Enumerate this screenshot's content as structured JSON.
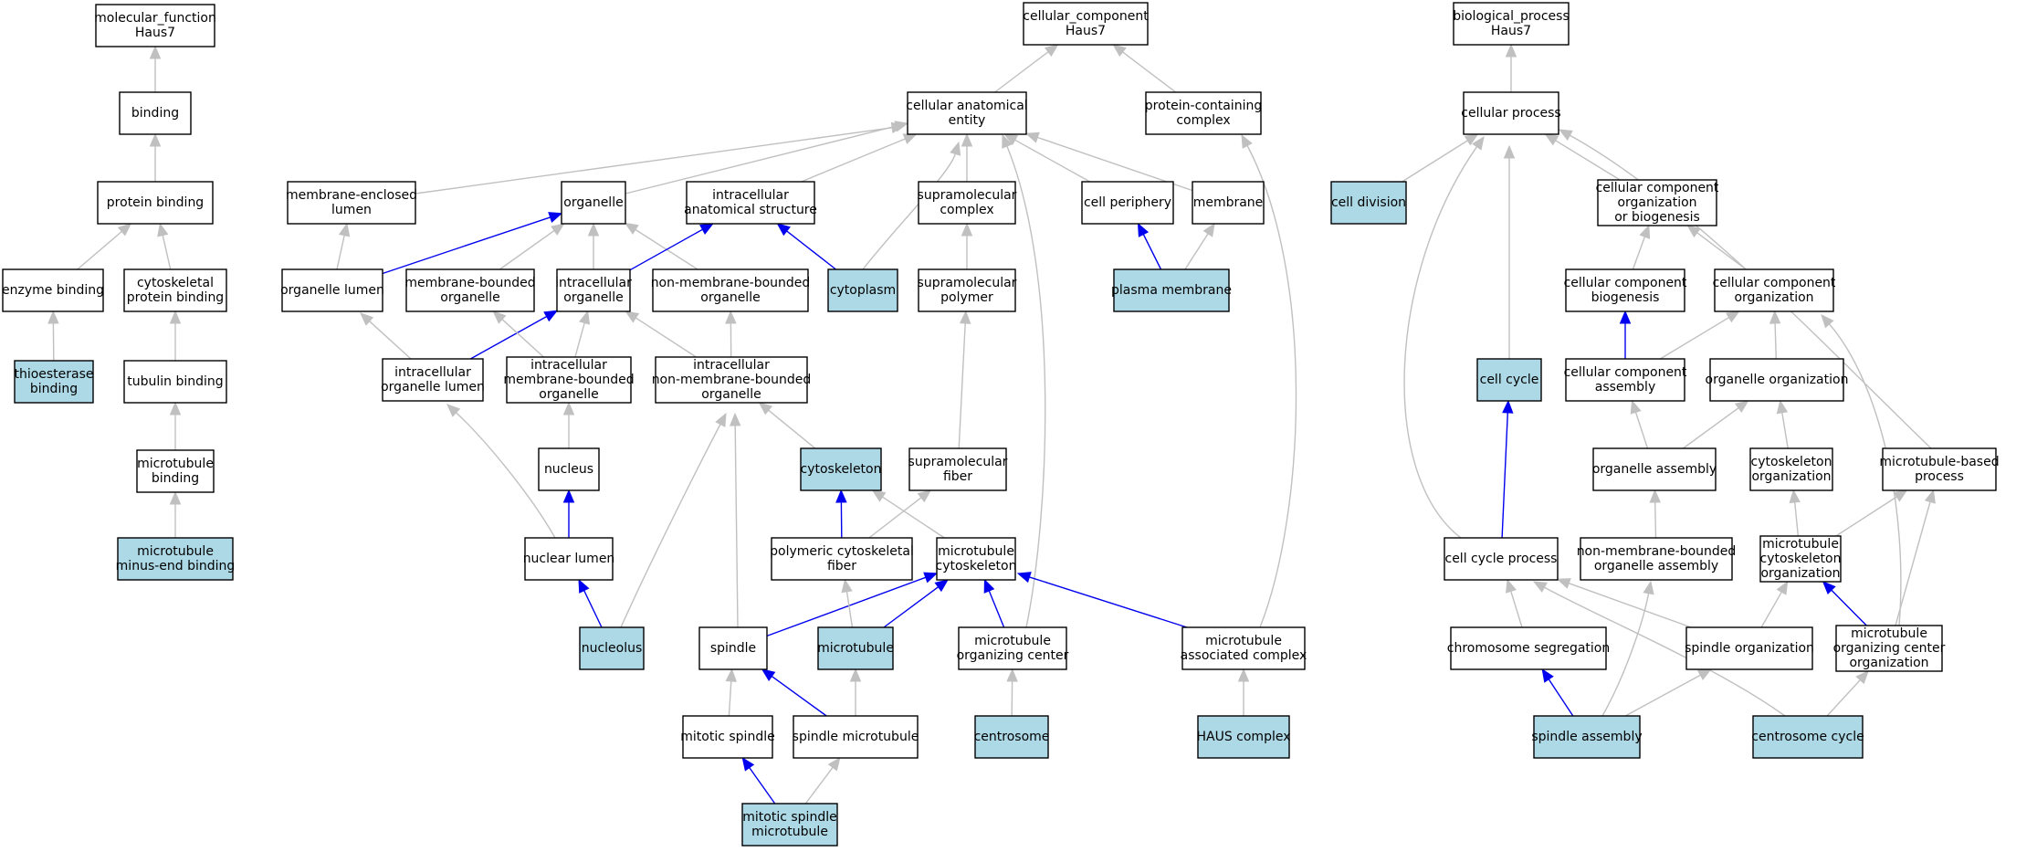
{
  "colors": {
    "highlight_fill": "#add8e6",
    "plain_fill": "#ffffff",
    "grey_edge": "#c0c0c0",
    "blue_edge": "#0000ee"
  },
  "nodes": [
    {
      "id": "mf",
      "lines": [
        "molecular_function",
        "Haus7"
      ],
      "highlight": false
    },
    {
      "id": "binding",
      "lines": [
        "binding"
      ],
      "highlight": false
    },
    {
      "id": "protein_binding",
      "lines": [
        "protein binding"
      ],
      "highlight": false
    },
    {
      "id": "enzyme_binding",
      "lines": [
        "enzyme binding"
      ],
      "highlight": false
    },
    {
      "id": "cytoskeletal_protein_binding",
      "lines": [
        "cytoskeletal",
        "protein binding"
      ],
      "highlight": false
    },
    {
      "id": "thioesterase_binding",
      "lines": [
        "thioesterase",
        "binding"
      ],
      "highlight": true
    },
    {
      "id": "tubulin_binding",
      "lines": [
        "tubulin binding"
      ],
      "highlight": false
    },
    {
      "id": "microtubule_binding",
      "lines": [
        "microtubule",
        "binding"
      ],
      "highlight": false
    },
    {
      "id": "mt_minus_end_binding",
      "lines": [
        "microtubule",
        "minus-end binding"
      ],
      "highlight": true
    },
    {
      "id": "cc",
      "lines": [
        "cellular_component",
        "Haus7"
      ],
      "highlight": false
    },
    {
      "id": "cae",
      "lines": [
        "cellular anatomical",
        "entity"
      ],
      "highlight": false
    },
    {
      "id": "pcc",
      "lines": [
        "protein-containing",
        "complex"
      ],
      "highlight": false
    },
    {
      "id": "mem_enclosed_lumen",
      "lines": [
        "membrane-enclosed",
        "lumen"
      ],
      "highlight": false
    },
    {
      "id": "organelle",
      "lines": [
        "organelle"
      ],
      "highlight": false
    },
    {
      "id": "ias",
      "lines": [
        "intracellular",
        "anatomical structure"
      ],
      "highlight": false
    },
    {
      "id": "supramol_complex",
      "lines": [
        "supramolecular",
        "complex"
      ],
      "highlight": false
    },
    {
      "id": "cell_periphery",
      "lines": [
        "cell periphery"
      ],
      "highlight": false
    },
    {
      "id": "membrane",
      "lines": [
        "membrane"
      ],
      "highlight": false
    },
    {
      "id": "organelle_lumen",
      "lines": [
        "organelle lumen"
      ],
      "highlight": false
    },
    {
      "id": "mbo",
      "lines": [
        "membrane-bounded",
        "organelle"
      ],
      "highlight": false
    },
    {
      "id": "intracellular_organelle",
      "lines": [
        "intracellular",
        "organelle"
      ],
      "highlight": false
    },
    {
      "id": "nmbo",
      "lines": [
        "non-membrane-bounded",
        "organelle"
      ],
      "highlight": false
    },
    {
      "id": "cytoplasm",
      "lines": [
        "cytoplasm"
      ],
      "highlight": true
    },
    {
      "id": "supramol_polymer",
      "lines": [
        "supramolecular",
        "polymer"
      ],
      "highlight": false
    },
    {
      "id": "plasma_membrane",
      "lines": [
        "plasma membrane"
      ],
      "highlight": true
    },
    {
      "id": "io_lumen",
      "lines": [
        "intracellular",
        "organelle lumen"
      ],
      "highlight": false
    },
    {
      "id": "imbo",
      "lines": [
        "intracellular",
        "membrane-bounded",
        "organelle"
      ],
      "highlight": false
    },
    {
      "id": "inmbo",
      "lines": [
        "intracellular",
        "non-membrane-bounded",
        "organelle"
      ],
      "highlight": false
    },
    {
      "id": "nucleus",
      "lines": [
        "nucleus"
      ],
      "highlight": false
    },
    {
      "id": "cytoskeleton",
      "lines": [
        "cytoskeleton"
      ],
      "highlight": true
    },
    {
      "id": "supramol_fiber",
      "lines": [
        "supramolecular",
        "fiber"
      ],
      "highlight": false
    },
    {
      "id": "nuclear_lumen",
      "lines": [
        "nuclear lumen"
      ],
      "highlight": false
    },
    {
      "id": "poly_cyto_fiber",
      "lines": [
        "polymeric cytoskeletal",
        "fiber"
      ],
      "highlight": false
    },
    {
      "id": "mt_cytoskeleton",
      "lines": [
        "microtubule",
        "cytoskeleton"
      ],
      "highlight": false
    },
    {
      "id": "nucleolus",
      "lines": [
        "nucleolus"
      ],
      "highlight": true
    },
    {
      "id": "spindle",
      "lines": [
        "spindle"
      ],
      "highlight": false
    },
    {
      "id": "microtubule",
      "lines": [
        "microtubule"
      ],
      "highlight": true
    },
    {
      "id": "mtoc",
      "lines": [
        "microtubule",
        "organizing center"
      ],
      "highlight": false
    },
    {
      "id": "mt_assoc_complex",
      "lines": [
        "microtubule",
        "associated complex"
      ],
      "highlight": false
    },
    {
      "id": "mitotic_spindle",
      "lines": [
        "mitotic spindle"
      ],
      "highlight": false
    },
    {
      "id": "spindle_mt",
      "lines": [
        "spindle microtubule"
      ],
      "highlight": false
    },
    {
      "id": "centrosome",
      "lines": [
        "centrosome"
      ],
      "highlight": true
    },
    {
      "id": "haus_complex",
      "lines": [
        "HAUS complex"
      ],
      "highlight": true
    },
    {
      "id": "mitotic_spindle_mt",
      "lines": [
        "mitotic spindle",
        "microtubule"
      ],
      "highlight": true
    },
    {
      "id": "bp",
      "lines": [
        "biological_process",
        "Haus7"
      ],
      "highlight": false
    },
    {
      "id": "cellular_process",
      "lines": [
        "cellular process"
      ],
      "highlight": false
    },
    {
      "id": "cell_division",
      "lines": [
        "cell division"
      ],
      "highlight": true
    },
    {
      "id": "ccob",
      "lines": [
        "cellular component",
        "organization",
        "or biogenesis"
      ],
      "highlight": false
    },
    {
      "id": "cc_biogenesis",
      "lines": [
        "cellular component",
        "biogenesis"
      ],
      "highlight": false
    },
    {
      "id": "cc_organization",
      "lines": [
        "cellular component",
        "organization"
      ],
      "highlight": false
    },
    {
      "id": "cell_cycle",
      "lines": [
        "cell cycle"
      ],
      "highlight": true
    },
    {
      "id": "cc_assembly",
      "lines": [
        "cellular component",
        "assembly"
      ],
      "highlight": false
    },
    {
      "id": "organelle_org",
      "lines": [
        "organelle organization"
      ],
      "highlight": false
    },
    {
      "id": "organelle_assembly",
      "lines": [
        "organelle assembly"
      ],
      "highlight": false
    },
    {
      "id": "cytoskeleton_org",
      "lines": [
        "cytoskeleton",
        "organization"
      ],
      "highlight": false
    },
    {
      "id": "mt_based_process",
      "lines": [
        "microtubule-based",
        "process"
      ],
      "highlight": false
    },
    {
      "id": "cell_cycle_process",
      "lines": [
        "cell cycle process"
      ],
      "highlight": false
    },
    {
      "id": "nmbo_assembly",
      "lines": [
        "non-membrane-bounded",
        "organelle assembly"
      ],
      "highlight": false
    },
    {
      "id": "mt_cyto_org",
      "lines": [
        "microtubule",
        "cytoskeleton",
        "organization"
      ],
      "highlight": false
    },
    {
      "id": "chromosome_seg",
      "lines": [
        "chromosome segregation"
      ],
      "highlight": false
    },
    {
      "id": "spindle_org",
      "lines": [
        "spindle organization"
      ],
      "highlight": false
    },
    {
      "id": "mtoc_org",
      "lines": [
        "microtubule",
        "organizing center",
        "organization"
      ],
      "highlight": false
    },
    {
      "id": "spindle_assembly",
      "lines": [
        "spindle assembly"
      ],
      "highlight": true
    },
    {
      "id": "centrosome_cycle",
      "lines": [
        "centrosome cycle"
      ],
      "highlight": true
    }
  ],
  "edges": [
    {
      "from": "binding",
      "to": "mf",
      "type": "grey"
    },
    {
      "from": "protein_binding",
      "to": "binding",
      "type": "grey"
    },
    {
      "from": "enzyme_binding",
      "to": "protein_binding",
      "type": "grey"
    },
    {
      "from": "cytoskeletal_protein_binding",
      "to": "protein_binding",
      "type": "grey"
    },
    {
      "from": "thioesterase_binding",
      "to": "enzyme_binding",
      "type": "grey"
    },
    {
      "from": "tubulin_binding",
      "to": "cytoskeletal_protein_binding",
      "type": "grey"
    },
    {
      "from": "microtubule_binding",
      "to": "tubulin_binding",
      "type": "grey"
    },
    {
      "from": "mt_minus_end_binding",
      "to": "microtubule_binding",
      "type": "grey"
    },
    {
      "from": "cae",
      "to": "cc",
      "type": "grey"
    },
    {
      "from": "pcc",
      "to": "cc",
      "type": "grey"
    },
    {
      "from": "mem_enclosed_lumen",
      "to": "cae",
      "type": "grey"
    },
    {
      "from": "organelle",
      "to": "cae",
      "type": "grey"
    },
    {
      "from": "ias",
      "to": "cae",
      "type": "grey"
    },
    {
      "from": "cytoplasm",
      "to": "cae",
      "type": "grey"
    },
    {
      "from": "supramol_complex",
      "to": "cae",
      "type": "grey"
    },
    {
      "from": "cell_periphery",
      "to": "cae",
      "type": "grey"
    },
    {
      "from": "membrane",
      "to": "cae",
      "type": "grey"
    },
    {
      "from": "mtoc",
      "to": "cae",
      "type": "grey"
    },
    {
      "from": "mt_assoc_complex",
      "to": "pcc",
      "type": "grey"
    },
    {
      "from": "organelle_lumen",
      "to": "mem_enclosed_lumen",
      "type": "grey"
    },
    {
      "from": "organelle_lumen",
      "to": "organelle",
      "type": "blue"
    },
    {
      "from": "mbo",
      "to": "organelle",
      "type": "grey"
    },
    {
      "from": "intracellular_organelle",
      "to": "organelle",
      "type": "grey"
    },
    {
      "from": "nmbo",
      "to": "organelle",
      "type": "grey"
    },
    {
      "from": "intracellular_organelle",
      "to": "ias",
      "type": "blue"
    },
    {
      "from": "cytoplasm",
      "to": "ias",
      "type": "blue"
    },
    {
      "from": "supramol_polymer",
      "to": "supramol_complex",
      "type": "grey"
    },
    {
      "from": "plasma_membrane",
      "to": "cell_periphery",
      "type": "blue"
    },
    {
      "from": "plasma_membrane",
      "to": "membrane",
      "type": "grey"
    },
    {
      "from": "io_lumen",
      "to": "organelle_lumen",
      "type": "grey"
    },
    {
      "from": "io_lumen",
      "to": "intracellular_organelle",
      "type": "blue"
    },
    {
      "from": "imbo",
      "to": "mbo",
      "type": "grey"
    },
    {
      "from": "imbo",
      "to": "intracellular_organelle",
      "type": "grey"
    },
    {
      "from": "inmbo",
      "to": "intracellular_organelle",
      "type": "grey"
    },
    {
      "from": "inmbo",
      "to": "nmbo",
      "type": "grey"
    },
    {
      "from": "nucleus",
      "to": "imbo",
      "type": "grey"
    },
    {
      "from": "cytoskeleton",
      "to": "inmbo",
      "type": "grey"
    },
    {
      "from": "supramol_fiber",
      "to": "supramol_polymer",
      "type": "grey"
    },
    {
      "from": "nuclear_lumen",
      "to": "io_lumen",
      "type": "grey"
    },
    {
      "from": "nuclear_lumen",
      "to": "nucleus",
      "type": "blue"
    },
    {
      "from": "poly_cyto_fiber",
      "to": "cytoskeleton",
      "type": "blue"
    },
    {
      "from": "poly_cyto_fiber",
      "to": "supramol_fiber",
      "type": "grey"
    },
    {
      "from": "mt_cytoskeleton",
      "to": "cytoskeleton",
      "type": "grey"
    },
    {
      "from": "nucleolus",
      "to": "nuclear_lumen",
      "type": "blue"
    },
    {
      "from": "nucleolus",
      "to": "inmbo",
      "type": "grey"
    },
    {
      "from": "spindle",
      "to": "inmbo",
      "type": "grey"
    },
    {
      "from": "spindle",
      "to": "mt_cytoskeleton",
      "type": "blue"
    },
    {
      "from": "microtubule",
      "to": "poly_cyto_fiber",
      "type": "grey"
    },
    {
      "from": "microtubule",
      "to": "mt_cytoskeleton",
      "type": "blue"
    },
    {
      "from": "mtoc",
      "to": "mt_cytoskeleton",
      "type": "blue"
    },
    {
      "from": "mt_assoc_complex",
      "to": "mt_cytoskeleton",
      "type": "blue"
    },
    {
      "from": "mitotic_spindle",
      "to": "spindle",
      "type": "grey"
    },
    {
      "from": "spindle_mt",
      "to": "spindle",
      "type": "blue"
    },
    {
      "from": "spindle_mt",
      "to": "microtubule",
      "type": "grey"
    },
    {
      "from": "centrosome",
      "to": "mtoc",
      "type": "grey"
    },
    {
      "from": "haus_complex",
      "to": "mt_assoc_complex",
      "type": "grey"
    },
    {
      "from": "mitotic_spindle_mt",
      "to": "mitotic_spindle",
      "type": "blue"
    },
    {
      "from": "mitotic_spindle_mt",
      "to": "spindle_mt",
      "type": "grey"
    },
    {
      "from": "cellular_process",
      "to": "bp",
      "type": "grey"
    },
    {
      "from": "cell_division",
      "to": "cellular_process",
      "type": "grey"
    },
    {
      "from": "cell_cycle",
      "to": "cellular_process",
      "type": "grey"
    },
    {
      "from": "cell_cycle_process",
      "to": "cellular_process",
      "type": "grey"
    },
    {
      "from": "ccob",
      "to": "cellular_process",
      "type": "grey"
    },
    {
      "from": "mt_based_process",
      "to": "cellular_process",
      "type": "grey"
    },
    {
      "from": "cc_biogenesis",
      "to": "ccob",
      "type": "grey"
    },
    {
      "from": "cc_organization",
      "to": "ccob",
      "type": "grey"
    },
    {
      "from": "cc_assembly",
      "to": "cc_biogenesis",
      "type": "blue"
    },
    {
      "from": "cc_assembly",
      "to": "cc_organization",
      "type": "grey"
    },
    {
      "from": "organelle_org",
      "to": "cc_organization",
      "type": "grey"
    },
    {
      "from": "mtoc_org",
      "to": "cc_organization",
      "type": "grey"
    },
    {
      "from": "cell_cycle_process",
      "to": "cell_cycle",
      "type": "blue"
    },
    {
      "from": "organelle_assembly",
      "to": "cc_assembly",
      "type": "grey"
    },
    {
      "from": "organelle_assembly",
      "to": "organelle_org",
      "type": "grey"
    },
    {
      "from": "cytoskeleton_org",
      "to": "organelle_org",
      "type": "grey"
    },
    {
      "from": "nmbo_assembly",
      "to": "organelle_assembly",
      "type": "grey"
    },
    {
      "from": "mt_cyto_org",
      "to": "cytoskeleton_org",
      "type": "grey"
    },
    {
      "from": "mt_cyto_org",
      "to": "mt_based_process",
      "type": "grey"
    },
    {
      "from": "mtoc_org",
      "to": "mt_based_process",
      "type": "grey"
    },
    {
      "from": "chromosome_seg",
      "to": "cell_cycle_process",
      "type": "grey"
    },
    {
      "from": "spindle_org",
      "to": "cell_cycle_process",
      "type": "grey"
    },
    {
      "from": "centrosome_cycle",
      "to": "cell_cycle_process",
      "type": "grey"
    },
    {
      "from": "spindle_org",
      "to": "mt_cyto_org",
      "type": "grey"
    },
    {
      "from": "mtoc_org",
      "to": "mt_cyto_org",
      "type": "blue"
    },
    {
      "from": "spindle_assembly",
      "to": "chromosome_seg",
      "type": "blue"
    },
    {
      "from": "spindle_assembly",
      "to": "nmbo_assembly",
      "type": "grey"
    },
    {
      "from": "spindle_assembly",
      "to": "spindle_org",
      "type": "grey"
    },
    {
      "from": "centrosome_cycle",
      "to": "mtoc_org",
      "type": "grey"
    }
  ]
}
